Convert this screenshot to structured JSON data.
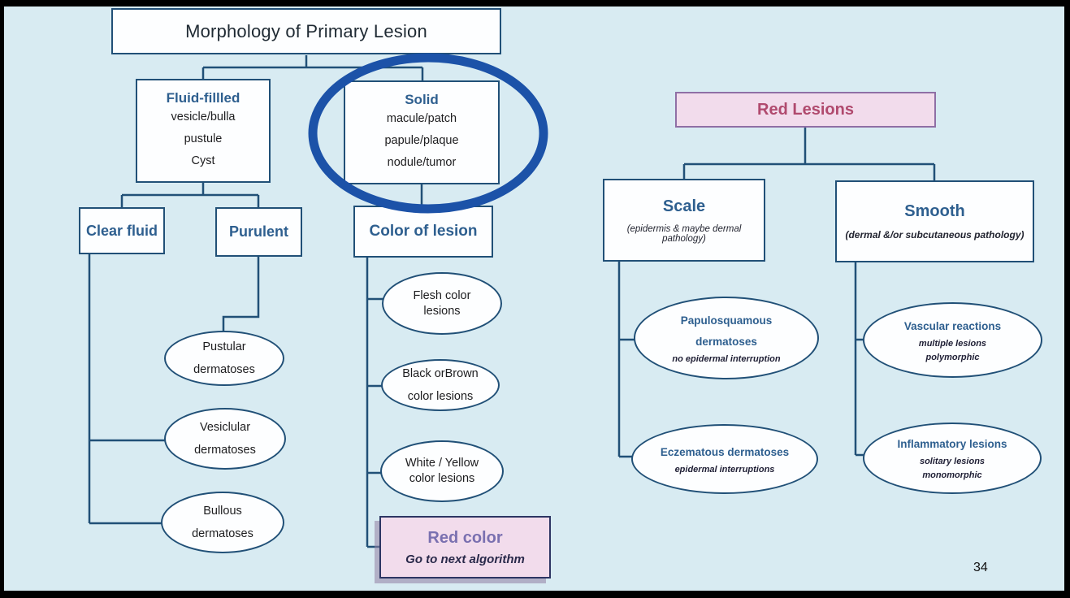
{
  "page": {
    "number": "34"
  },
  "colors": {
    "slide_bg": "#d8ebf2",
    "line": "#215077",
    "heading_blue": "#2e5f8f",
    "text_dark": "#1d1d1f",
    "highlight_blue": "#1c52a8",
    "pink_fill": "#f2dcec",
    "pink_border": "#8f6fa5",
    "red_lesions_text": "#b04a6e",
    "red_color_text": "#7a70b0",
    "red_color_border": "#2d3563"
  },
  "diagram": {
    "title": "Morphology of Primary Lesion",
    "fluid": {
      "heading": "Fluid-fillled",
      "line1": "vesicle/bulla",
      "line2": "pustule",
      "line3": "Cyst"
    },
    "solid": {
      "heading": "Solid",
      "line1": "macule/patch",
      "line2": "papule/plaque",
      "line3": "nodule/tumor"
    },
    "clear_fluid": {
      "heading": "Clear fluid"
    },
    "purulent": {
      "heading": "Purulent"
    },
    "color_of_lesion": {
      "heading": "Color of lesion"
    },
    "pustular": {
      "line1": "Pustular",
      "line2": "dermatoses"
    },
    "vesicular": {
      "line1": "Vesiclular",
      "line2": "dermatoses"
    },
    "bullous": {
      "line1": "Bullous",
      "line2": "dermatoses"
    },
    "flesh": {
      "line1": "Flesh color",
      "line2": "lesions"
    },
    "black_brown": {
      "line1": "Black orBrown",
      "line2": "color lesions"
    },
    "white_yellow": {
      "line1": "White / Yellow",
      "line2": "color lesions"
    },
    "red_color": {
      "heading": "Red color",
      "subtext": "Go to next algorithm"
    },
    "red_lesions": {
      "heading": "Red Lesions"
    },
    "scale": {
      "heading": "Scale",
      "subtext": "(epidermis & maybe dermal pathology)"
    },
    "smooth": {
      "heading": "Smooth",
      "subtext": "(dermal &/or subcutaneous pathology)"
    },
    "papulosquamous": {
      "line1": "Papulosquamous",
      "line2": "dermatoses",
      "subtext": "no epidermal interruption"
    },
    "eczematous": {
      "line1": "Eczematous dermatoses",
      "subtext": "epidermal interruptions"
    },
    "vascular": {
      "line1": "Vascular reactions",
      "sub1": "multiple lesions",
      "sub2": "polymorphic"
    },
    "inflammatory": {
      "line1": "Inflammatory lesions",
      "sub1": "solitary lesions",
      "sub2": "monomorphic"
    }
  }
}
